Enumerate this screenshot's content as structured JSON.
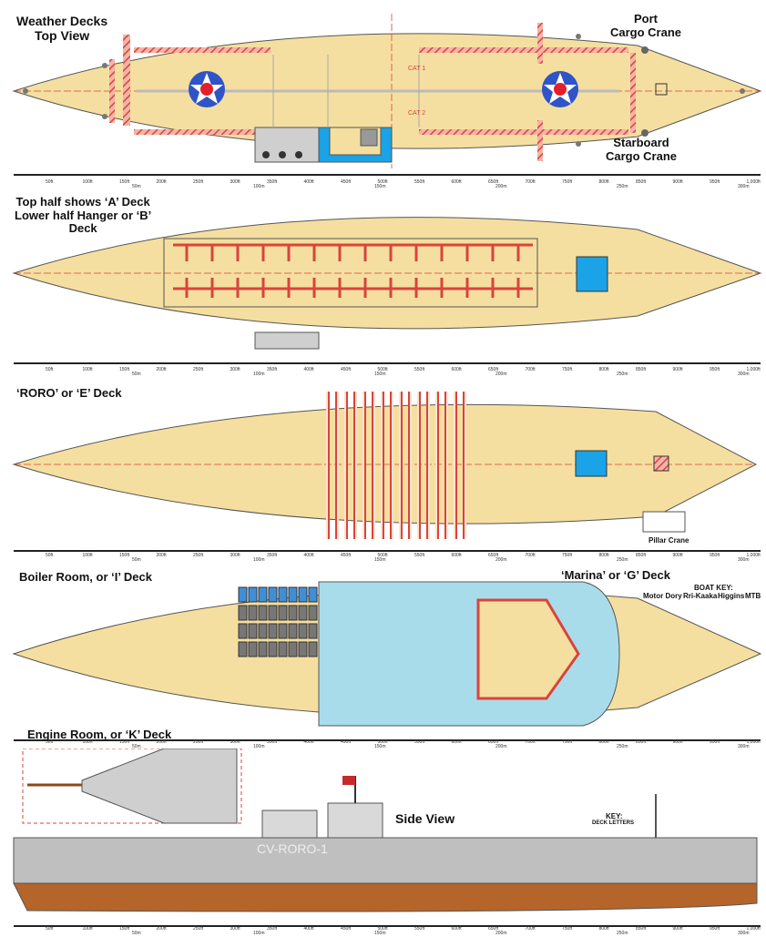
{
  "labels": {
    "weather_decks": "Weather Decks\nTop View",
    "port_crane": "Port\nCargo Crane",
    "starboard_crane": "Starboard\nCargo Crane",
    "cat1": "CAT 1",
    "cat2": "CAT 2",
    "a_deck": "Top half shows ‘A’ Deck\nLower half Hanger or ‘B’\nDeck",
    "e_deck": "‘RORO’ or ‘E’ Deck",
    "pillar_crane": "Pillar Crane",
    "i_deck": "Boiler Room, or ‘I’ Deck",
    "g_deck": "‘Marina’ or ‘G’ Deck",
    "boat_key": "BOAT KEY:",
    "motor_dory": "Motor Dory",
    "rri_kaaka": "Rri-Kaaka",
    "higgins": "Higgins",
    "mtb": "MTB",
    "k_deck": "Engine Room, or ‘K’ Deck",
    "side_view": "Side View",
    "key": "KEY:",
    "deck_letters": "DECK LETTERS",
    "hull_name": "CV-RORO-1"
  },
  "scale_ft": [
    "50ft",
    "100ft",
    "150ft",
    "200ft",
    "250ft",
    "300ft",
    "350ft",
    "400ft",
    "450ft",
    "500ft",
    "550ft",
    "600ft",
    "650ft",
    "700ft",
    "750ft",
    "800ft",
    "850ft",
    "900ft",
    "950ft",
    "1,000ft"
  ],
  "scale_m": [
    "50m",
    "100m",
    "150m",
    "200m",
    "250m",
    "300m"
  ],
  "colors": {
    "deck": "#f5dfa0",
    "outline": "#555555",
    "hatch_red": "#d9443c",
    "water": "#a9dceb",
    "pool": "#1aa3e6",
    "hull_grey": "#bfbfbf",
    "hull_brown": "#b5652a",
    "roundel_blue": "#2f54c8",
    "roundel_red": "#e3202a"
  }
}
